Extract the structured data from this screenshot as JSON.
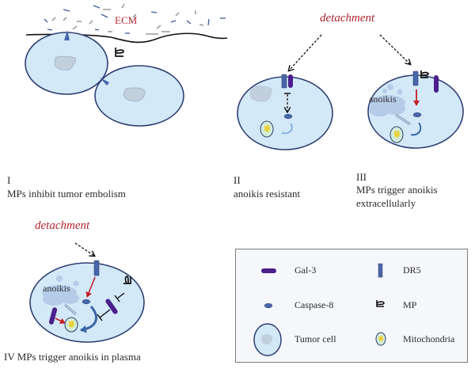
{
  "panels": {
    "I": {
      "numeral": "I",
      "caption": "MPs inhibit tumor embolism",
      "ecm_label": "ECM"
    },
    "II": {
      "numeral": "II",
      "caption": "anoikis resistant",
      "trigger": "detachment"
    },
    "III": {
      "numeral": "III",
      "caption_line1": "MPs trigger anoikis",
      "caption_line2": "extracellularly",
      "trigger": "detachment",
      "process_label": "anoikis"
    },
    "IV": {
      "caption": "IV  MPs trigger anoikis in plasma",
      "trigger": "detachment",
      "process_label": "anoikis"
    }
  },
  "legend": {
    "items": [
      {
        "label": "Gal-3",
        "icon": "gal3-icon"
      },
      {
        "label": "DR5",
        "icon": "dr5-icon"
      },
      {
        "label": "Caspase-8",
        "icon": "caspase8-icon"
      },
      {
        "label": "MP",
        "icon": "mp-icon"
      },
      {
        "label": "Tumor cell",
        "icon": "tumor-cell-icon"
      },
      {
        "label": "Mitochondria",
        "icon": "mitochondria-icon"
      }
    ]
  },
  "colors": {
    "cell_fill": "#d3e9f8",
    "cell_stroke": "#2f3f73",
    "nucleus_fill": "#c2cfdc",
    "dr5": "#4a66aa",
    "gal3": "#4b1f8c",
    "caspase8": "#4a66aa",
    "red_arrow": "#c42026",
    "accent_text": "#b0252f",
    "legend_bg": "#f5f7fb"
  }
}
